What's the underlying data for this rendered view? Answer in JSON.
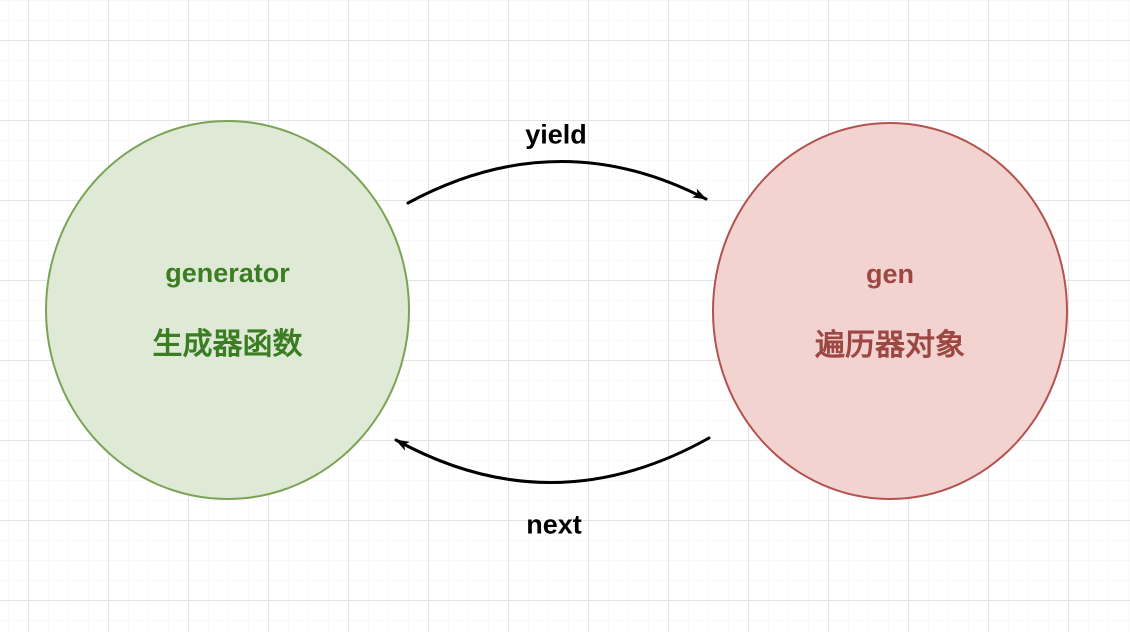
{
  "colors": {
    "canvas-bg": "#ffffff",
    "grid-major": "#e3e3e3",
    "grid-minor": "#f8f8f8",
    "green-fill": "#deead5",
    "green-border": "#7ca355",
    "green-text": "#3a7d23",
    "red-fill": "#f2d3d0",
    "red-border": "#b2534f",
    "red-text": "#9d4742",
    "arrow": "#000000",
    "label-text": "#000000"
  },
  "nodes": {
    "generator": {
      "title": "generator",
      "subtitle": "生成器函数"
    },
    "gen": {
      "title": "gen",
      "subtitle": "遍历器对象"
    }
  },
  "edges": {
    "yield_edge": {
      "label": "yield"
    },
    "next_edge": {
      "label": "next"
    }
  }
}
